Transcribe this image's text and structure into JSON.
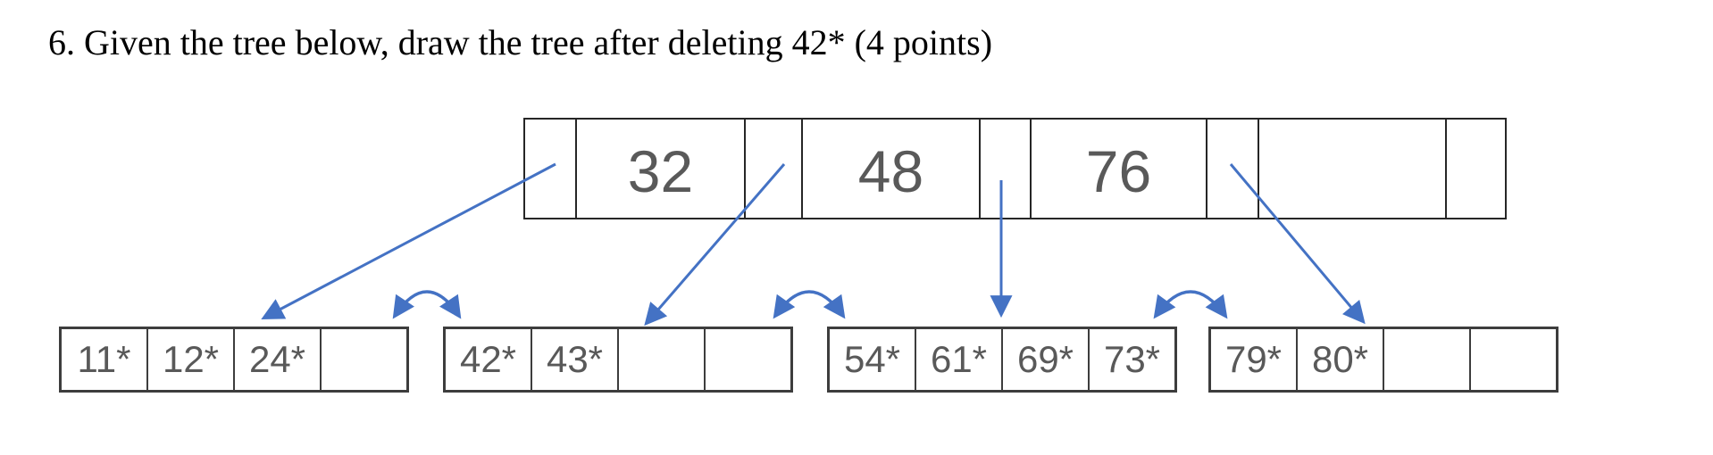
{
  "question": {
    "number_and_text": "6. Given the tree below, draw the tree after deleting 42* (4 points)"
  },
  "tree": {
    "root": {
      "keys": [
        "32",
        "48",
        "76",
        ""
      ]
    },
    "leaves": [
      {
        "values": [
          "11*",
          "12*",
          "24*",
          ""
        ]
      },
      {
        "values": [
          "42*",
          "43*",
          "",
          ""
        ]
      },
      {
        "values": [
          "54*",
          "61*",
          "69*",
          "73*"
        ]
      },
      {
        "values": [
          "79*",
          "80*",
          "",
          ""
        ]
      }
    ]
  },
  "colors": {
    "arrow-blue": "#4472C4",
    "root-border": "#262626",
    "node-border": "#3d3d3d",
    "key-text": "#595959",
    "title-text": "#000000"
  }
}
